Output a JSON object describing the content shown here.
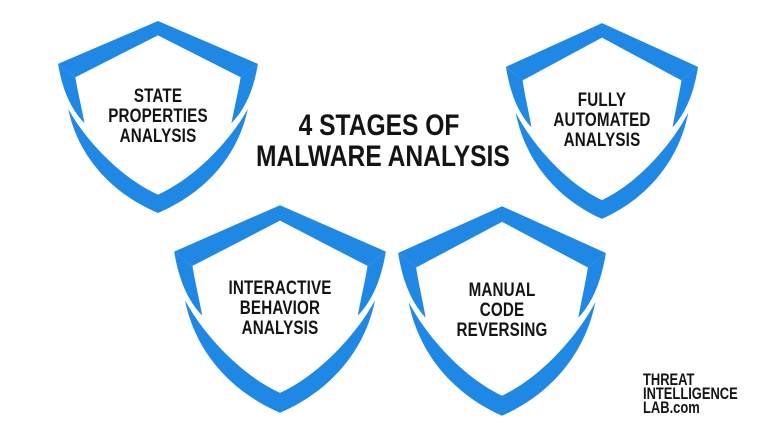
{
  "title": {
    "line1": "4 STAGES OF",
    "line2": "MALWARE ANALYSIS"
  },
  "shields": [
    {
      "name": "state-properties-analysis",
      "lines": [
        "STATE",
        "PROPERTIES",
        "ANALYSIS"
      ]
    },
    {
      "name": "fully-automated-analysis",
      "lines": [
        "FULLY",
        "AUTOMATED",
        "ANALYSIS"
      ]
    },
    {
      "name": "interactive-behavior-analysis",
      "lines": [
        "INTERACTIVE",
        "BEHAVIOR",
        "ANALYSIS"
      ]
    },
    {
      "name": "manual-code-reversing",
      "lines": [
        "MANUAL",
        "CODE",
        "REVERSING"
      ]
    }
  ],
  "logo": {
    "line1": "THREAT",
    "line2": "INTELLIGENCE",
    "line3_main": "LAB",
    "line3_suffix": ".com"
  },
  "colors": {
    "shield_blue": "#1f87e4",
    "text": "#141414",
    "background": "#ffffff"
  }
}
